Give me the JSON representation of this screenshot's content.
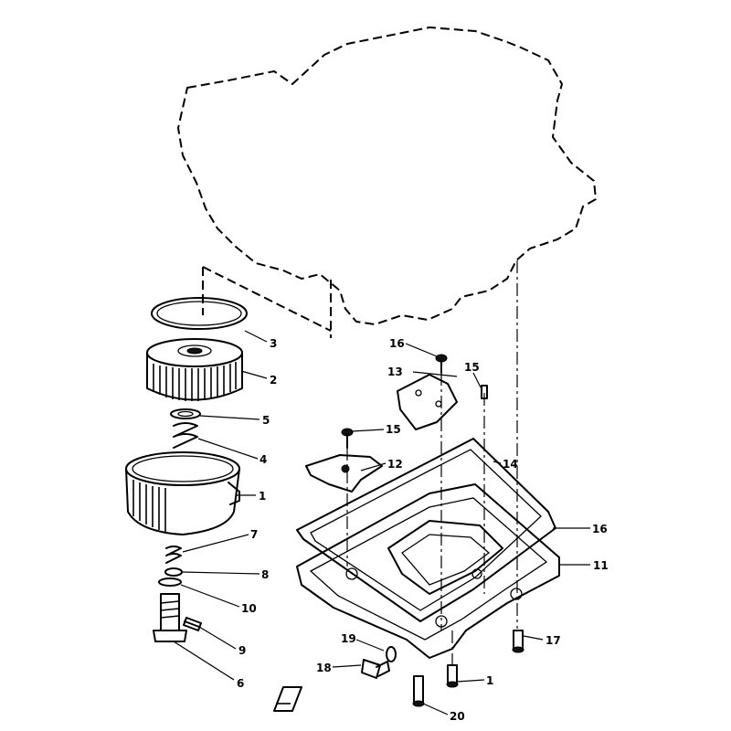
{
  "labels": {
    "l1_housing": "1",
    "l2_element": "2",
    "l3_oring": "3",
    "l4_spring": "4",
    "l5_washer": "5",
    "l6_bolt": "6",
    "l7_spring": "7",
    "l8_washer": "8",
    "l9_pin": "9",
    "l10_oring": "10",
    "l11_oilpan": "11",
    "l12_bracket": "12",
    "l13_plate": "13",
    "l14_screw": "14",
    "l15a_screw": "15",
    "l15b_screw": "15",
    "l16a_screw": "16",
    "l16b_gasket": "16",
    "l17_bolt": "17",
    "l18_plug": "18",
    "l19_gasket": "19",
    "l20_bolt": "20",
    "l1b_bolt": "1"
  }
}
